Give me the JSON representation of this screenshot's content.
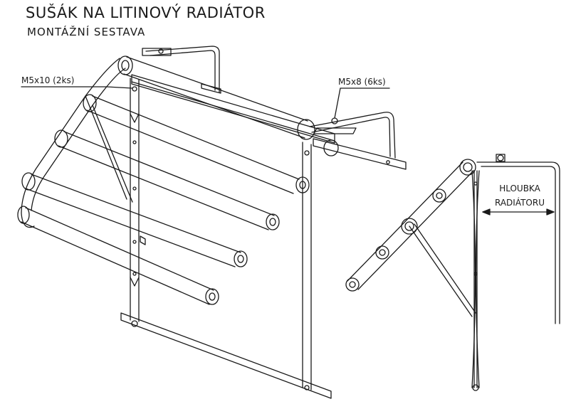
{
  "title": "SUŠÁK NA LITINOVÝ RADIÁTOR",
  "subtitle": "MONTÁŽNÍ SESTAVA",
  "labels": {
    "screw_small": "M5x10 (2ks)",
    "screw_large": "M5x8 (6ks)",
    "depth_line1": "HLOUBKA",
    "depth_line2": "RADIÁTORU"
  }
}
